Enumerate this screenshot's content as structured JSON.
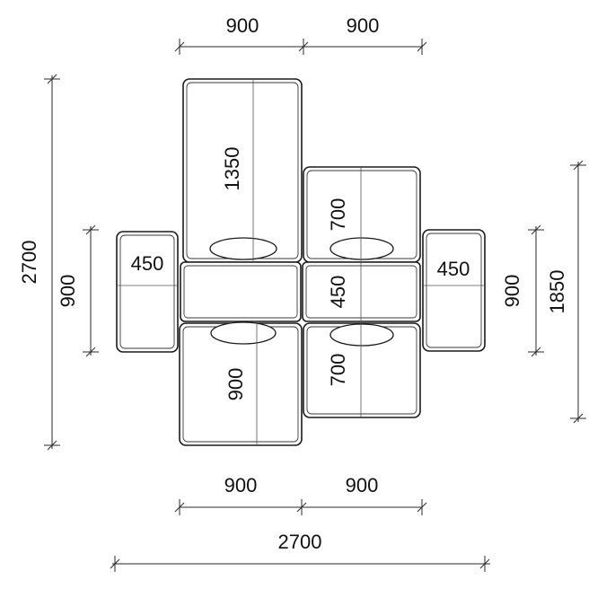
{
  "dimensions": {
    "top_left": "900",
    "top_right": "900",
    "bottom_left": "900",
    "bottom_right": "900",
    "bottom_total": "2700",
    "left_total": "2700",
    "left_side": "900",
    "right_side": "900",
    "right_total": "1850"
  },
  "modules": {
    "back_tall": "1350",
    "back_short": "700",
    "side_left": "450",
    "side_right": "450",
    "center_mid": "450",
    "front_large": "900",
    "front_right": "700"
  }
}
